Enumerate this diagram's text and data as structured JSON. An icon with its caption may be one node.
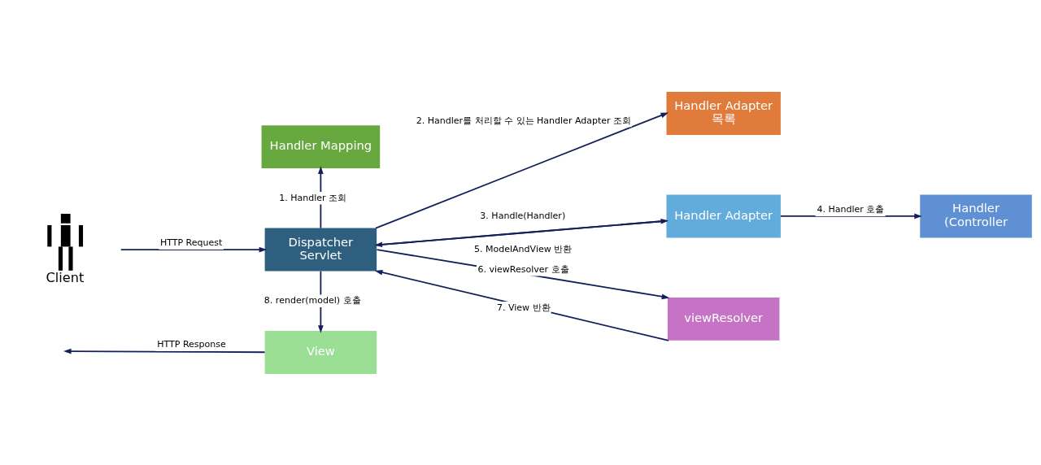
{
  "diagram": {
    "nodes": [
      {
        "text": [
          "Handler Mapping"
        ]
      },
      {
        "text": [
          "Handler Adapter 목록"
        ]
      },
      {
        "text": [
          "Client"
        ]
      },
      {
        "text": [
          "Dispatcher Servlet"
        ]
      },
      {
        "text": [
          "Handler Adapter"
        ]
      },
      {
        "text": [
          "Handler (Controller"
        ]
      },
      {
        "text": [
          "View"
        ]
      },
      {
        "text": [
          "viewResolver"
        ]
      }
    ],
    "edges": [
      {
        "from": 2,
        "to": 3,
        "arrow": "to",
        "label": "HTTP Request"
      },
      {
        "from": 3,
        "to": 0,
        "arrow": "to",
        "label": "1. Handler 조회"
      },
      {
        "from": 3,
        "to": 1,
        "arrow": "to",
        "label": "2. Handler를 처리할 수 있는 Handler Adapter 조회"
      },
      {
        "from": 3,
        "to": 4,
        "arrow": "to",
        "label": "3. Handle(Handler)"
      },
      {
        "from": 4,
        "to": 5,
        "arrow": "to",
        "label": "4. Handler 호출"
      },
      {
        "from": 4,
        "to": 3,
        "arrow": "to",
        "label": "5. ModelAndView 반환"
      },
      {
        "from": 3,
        "to": 7,
        "arrow": "to",
        "label": "6. viewResolver 호출"
      },
      {
        "from": 7,
        "to": 3,
        "arrow": "to",
        "label": "7. View 반환"
      },
      {
        "from": 3,
        "to": 6,
        "arrow": "to",
        "label": "8. render(model) 호출"
      },
      {
        "from": 6,
        "to": null,
        "arrow": "to",
        "label": "HTTP Response"
      }
    ]
  }
}
